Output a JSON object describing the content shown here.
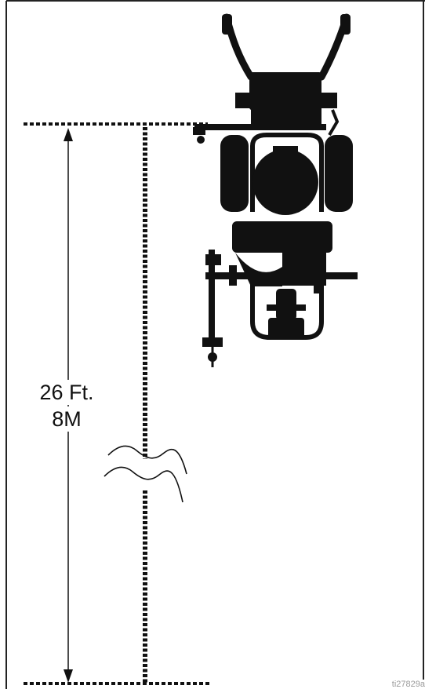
{
  "dimension": {
    "feet_label": "26 Ft.",
    "meters_label": "8M"
  },
  "figure_id": "ti27829a",
  "colors": {
    "ink": "#111111",
    "frame": "#222222",
    "background": "#ffffff",
    "caption": "#9a9a9a"
  },
  "icons": {
    "machine": "line-striper-topview-icon",
    "break": "break-symbol-icon"
  }
}
